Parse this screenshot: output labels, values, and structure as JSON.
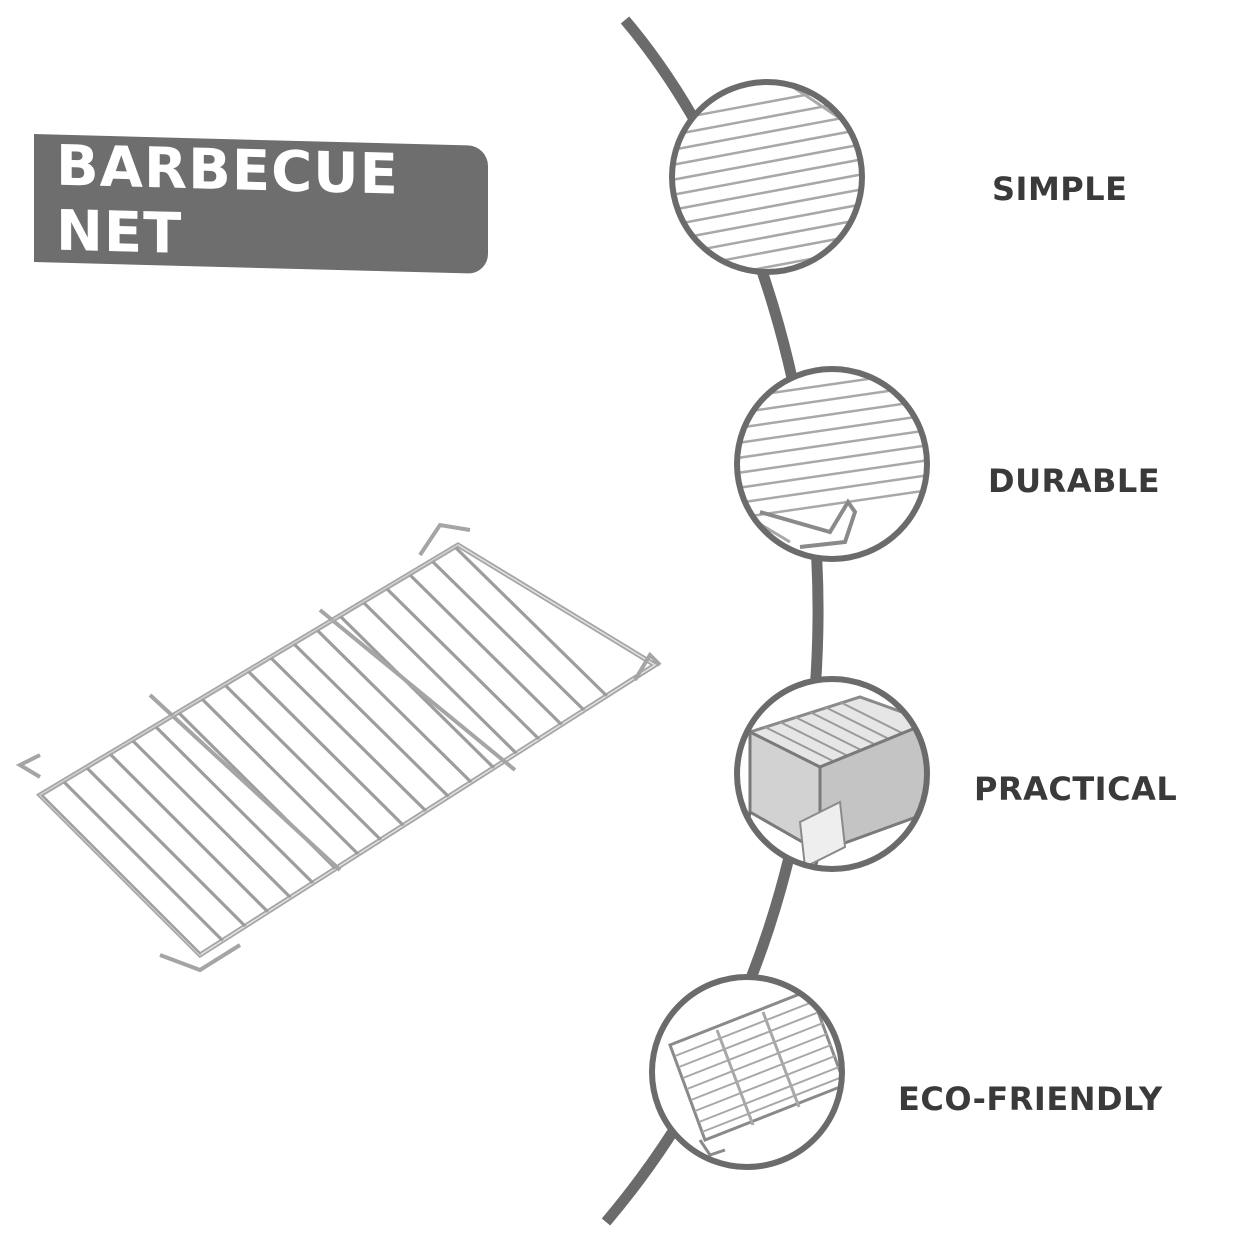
{
  "title": "BARBECUE NET",
  "features": [
    {
      "label": "SIMPLE",
      "icon": "grill-grate-closeup-icon"
    },
    {
      "label": "DURABLE",
      "icon": "grill-grate-edge-icon"
    },
    {
      "label": "PRACTICAL",
      "icon": "camping-grill-icon"
    },
    {
      "label": "ECO-FRIENDLY",
      "icon": "grill-grate-top-icon"
    }
  ],
  "colors": {
    "banner": "#6e6e6e",
    "banner_text": "#ffffff",
    "arc": "#6b6b6b",
    "label_text": "#3a3a3a",
    "wire": "#9a9a9a"
  }
}
